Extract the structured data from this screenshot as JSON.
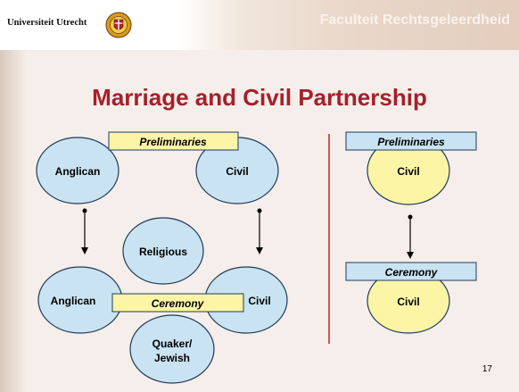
{
  "header": {
    "university": "Universiteit Utrecht",
    "faculty": "Faculteit Rechtsgeleerdheid"
  },
  "title": "Marriage and Civil Partnership",
  "marriage": {
    "preliminaries_label": "Preliminaries",
    "prelim_anglican": "Anglican",
    "prelim_civil": "Civil",
    "ceremony_label": "Ceremony",
    "religious": "Religious",
    "ceremony_anglican": "Anglican",
    "ceremony_civil": "Civil",
    "quaker_line1": "Quaker/",
    "quaker_line2": "Jewish"
  },
  "civil_partnership": {
    "preliminaries_label": "Preliminaries",
    "prelim_civil": "Civil",
    "ceremony_label": "Ceremony",
    "ceremony_civil": "Civil"
  },
  "page_number": "17",
  "colors": {
    "title": "#a5202a",
    "blue_ellipse": "#c9e3f2",
    "yellow_ellipse": "#fbf5a5",
    "label_box_blue": "#c9e3f2",
    "label_box_yellow": "#fbf5a5",
    "divider": "#c0272d"
  }
}
